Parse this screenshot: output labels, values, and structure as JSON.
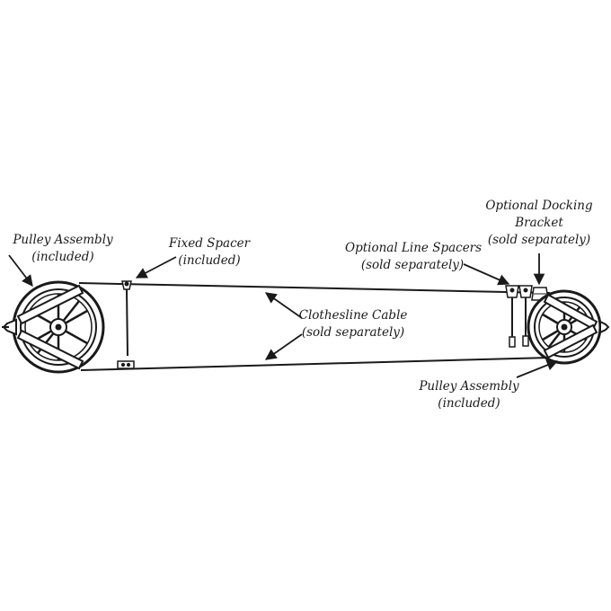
{
  "colors": {
    "ink": "#1a1a1a",
    "background": "#ffffff"
  },
  "labels": {
    "pulley_left": [
      "Pulley Assembly",
      "(included)"
    ],
    "fixed_spacer": [
      "Fixed Spacer",
      "(included)"
    ],
    "line_spacers": [
      "Optional Line Spacers",
      "(sold separately)"
    ],
    "docking": [
      "Optional Docking",
      "Bracket",
      "(sold separately)"
    ],
    "cable": [
      "Clothesline Cable",
      "(sold separately)"
    ],
    "pulley_right": [
      "Pulley Assembly",
      "(included)"
    ]
  }
}
